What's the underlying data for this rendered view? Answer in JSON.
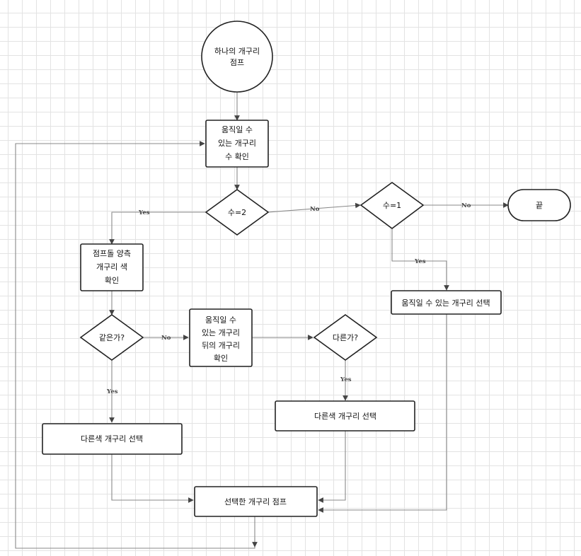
{
  "nodes": {
    "start": [
      "하나의 개구리",
      "점프"
    ],
    "check_moves": [
      "움직일 수",
      "있는 개구리",
      "수 확인"
    ],
    "decision_2": [
      "수=2"
    ],
    "decision_1": [
      "수=1"
    ],
    "end": [
      "끝"
    ],
    "check_colors": [
      "점프돌 양측",
      "개구리 색",
      "확인"
    ],
    "decision_same": [
      "같은가?"
    ],
    "check_behind": [
      "움직일 수",
      "있는 개구리",
      "뒤의 개구리",
      "확인"
    ],
    "decision_diff": [
      "다른가?"
    ],
    "select_movable": [
      "움직일 수 있는 개구리 선택"
    ],
    "select_diff_left": [
      "다른색 개구리 선택"
    ],
    "select_diff_right": [
      "다른색 개구리 선택"
    ],
    "jump_selected": [
      "선택한 개구리 점프"
    ]
  },
  "edge_labels": {
    "yes_left": "Yes",
    "no_mid": "No",
    "no_right": "No",
    "yes_right": "Yes",
    "no_same": "No",
    "yes_same": "Yes",
    "yes_diff": "Yes"
  }
}
